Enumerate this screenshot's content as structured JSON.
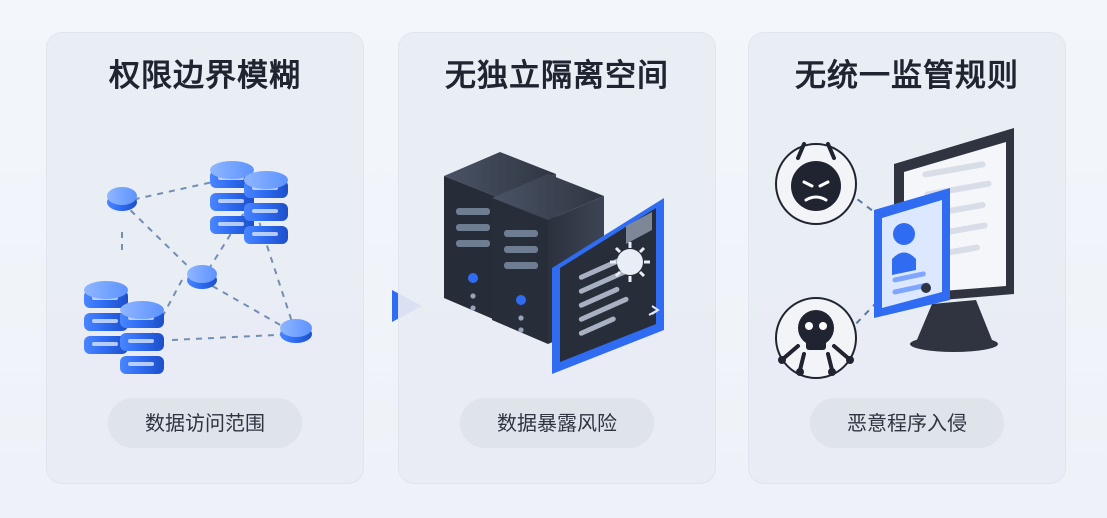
{
  "panels": [
    {
      "title": "权限边界模糊",
      "badge": "数据访问范围"
    },
    {
      "title": "无独立隔离空间",
      "badge": "数据暴露风险"
    },
    {
      "title": "无统一监管规则",
      "badge": "恶意程序入侵"
    }
  ],
  "colors": {
    "panel_bg": "#e8ecf3",
    "accent_blue": "#2f6cf2",
    "title_text": "#1f2430",
    "badge_bg": "#dfe3ea",
    "dark_device": "#2d3340"
  },
  "icons": {
    "panel_1": [
      "server-stack-icon",
      "network-node-icon"
    ],
    "panel_2": [
      "rack-server-icon",
      "screen-panel-icon"
    ],
    "panel_3": [
      "angry-bot-icon",
      "skull-virus-icon",
      "monitor-icon",
      "user-profile-icon"
    ]
  }
}
